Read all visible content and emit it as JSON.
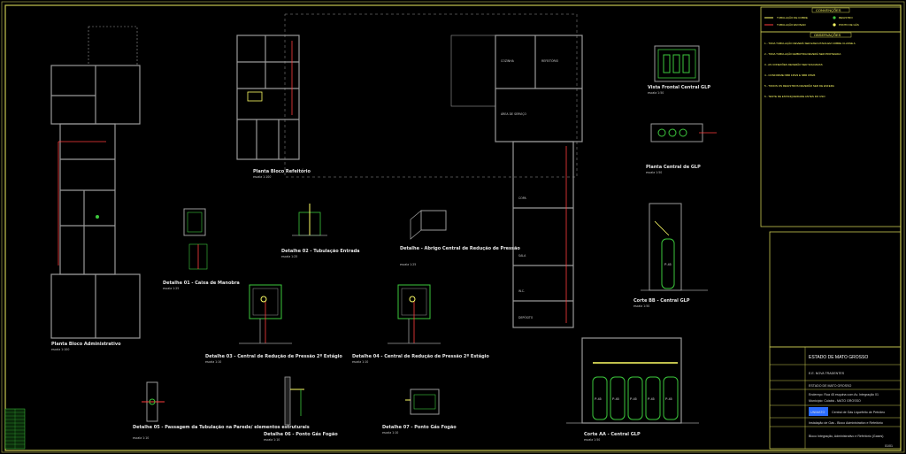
{
  "colors": {
    "background": "#000000",
    "frame": "#c8c850",
    "wall": "#9a9a9a",
    "gas": "#ff3b3b",
    "green": "#3cc83c",
    "yellow": "#ffff66",
    "cyan": "#39e6ff",
    "blue": "#2a6cff"
  },
  "views": {
    "adm": {
      "title": "Planta Bloco Administrativo",
      "scale": "escala 1:100"
    },
    "aux": {
      "title": "Planta Bloco Refeitório",
      "scale": "escala 1:100"
    },
    "vista_frontal": {
      "title": "Vista Frontal Central GLP",
      "scale": "escala 1:50"
    },
    "planta_central": {
      "title": "Planta Central de GLP",
      "scale": "escala 1:50"
    },
    "det01": {
      "title": "Detalhe 01 - Caixa de Manobra",
      "scale": "escala 1:25"
    },
    "det02": {
      "title": "Detalhe 02 - Tubulação Entrada",
      "scale": "escala 1:25"
    },
    "det03": {
      "title": "Detalhe 03 - Central de Redução de Pressão 2º Estágio",
      "scale": "escala 1:10"
    },
    "det04": {
      "title": "Detalhe 04 - Central de Redução de Pressão 2º Estágio",
      "scale": "escala 1:10"
    },
    "det05": {
      "title": "Detalhe 05 - Passagem da Tubulação na Parede/ elementos estruturais",
      "scale": "escala 1:10"
    },
    "det06": {
      "title": "Detalhe 06 - Ponto Gás Fogão",
      "scale": "escala 1:10"
    },
    "det07": {
      "title": "Detalhe 07 - Ponto Gás Fogão",
      "scale": "escala 1:10"
    },
    "abrigo": {
      "title": "Detalhe - Abrigo Central de Redução de Pressão",
      "scale": "escala 1:25"
    },
    "corte_bb": {
      "title": "Corte BB - Central GLP",
      "scale": "escala 1:50"
    },
    "corte_aa": {
      "title": "Corte AA - Central GLP",
      "scale": "escala 1:50"
    }
  },
  "legend": {
    "title": "CONVENÇÕES",
    "items": [
      "TUBULAÇÃO DE COBRE",
      "TUBULAÇÃO EM PEAD",
      "REGISTRO",
      "PONTO DE GÁS"
    ]
  },
  "notes": {
    "title": "OBSERVAÇÕES",
    "lines": [
      "1 - TODA TUBULAÇÃO DEVERÁ SER EXECUTADA EM COBRE CLASSE A",
      "2 - TODA TUBULAÇÃO EMBUTIDA DEVERÁ SER PROTEGIDA",
      "3 - AS CONEXÕES DEVERÃO SER SOLDADAS",
      "4 - CONFORME NBR 13523 E NBR 15526",
      "5 - TODOS OS REGISTROS DEVERÃO SER DE ESFERA",
      "6 - TESTE DE ESTANQUEIDADE ANTES DO USO"
    ]
  },
  "title_block": {
    "state": "ESTADO DE MATO GROSSO",
    "school": "E.E. NOVA TRADENTES",
    "owner": "ESTADO DE MATO GROSSO",
    "address": "Endereço: Rua 45 esquina com Av. Integração 01",
    "city": "Município: Cuiabá - MATO GROSSO",
    "firm": "UNIMATO",
    "project": "Central de Gás Liquefeito de Petróleo",
    "sheet": "Instalação de Gás - Bloco Administrativo e Refeitório",
    "footer": "Bloco Integração, Administrativo e Refeitório (Gases)",
    "sheet_num": "01/01"
  },
  "room_tags": [
    "COPA",
    "SALA",
    "W.C.",
    "DEPÓSITO",
    "COZINHA",
    "ÁREA DE SERVIÇO",
    "REFEITÓRIO"
  ],
  "cylinders": [
    "P-45",
    "P-45",
    "P-45",
    "P-45",
    "P-45"
  ],
  "cylinder_bb": "P-45"
}
